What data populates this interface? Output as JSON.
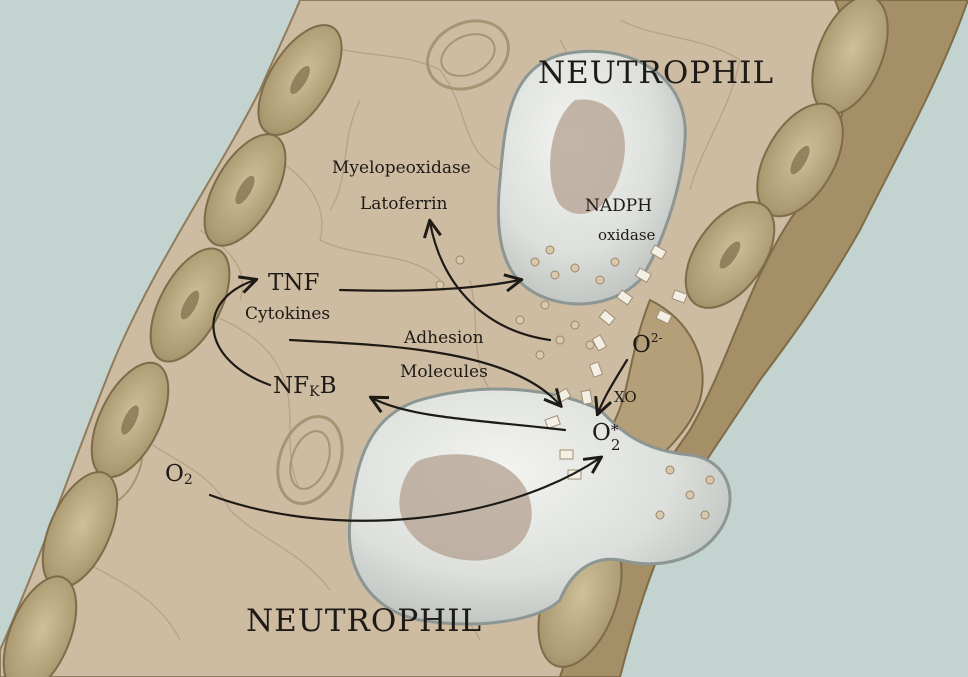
{
  "diagram": {
    "labels": {
      "neutrophil_top": "NEUTROPHIL",
      "neutrophil_bottom": "NEUTROPHIL",
      "myeloperoxidase": "Myelopeoxidase",
      "lactoferrin": "Latoferrin",
      "nadph": "NADPH",
      "oxidase": "oxidase",
      "tnf": "TNF",
      "cytokines": "Cytokines",
      "adhesion": "Adhesion",
      "molecules": "Molecules",
      "nfkb_main": "NF",
      "nfkb_sub": "K",
      "nfkb_end": "B",
      "o2_main": "O",
      "o2_sub": "2",
      "o2_radical_top_main": "O",
      "o2_radical_top_sup": "2-",
      "xo": "XO",
      "o2_radical_main": "O",
      "o2_radical_sup": "*",
      "o2_radical_sub": "2"
    },
    "colors": {
      "background": "#c3d4d0",
      "tissue": "#cdbba2",
      "cell_border": "#b3a284",
      "endothelium": "#ab9a70",
      "neutrophil": "#d9dcd8",
      "nucleus": "#b3a08f",
      "arrow": "#1e1a16"
    }
  }
}
